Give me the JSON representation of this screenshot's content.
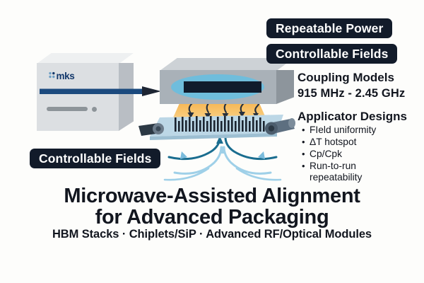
{
  "background": "#fdfdfb",
  "colors": {
    "badge_bg": "#121b2a",
    "badge_text": "#ffffff",
    "text": "#12161f",
    "arrow_blue": "#1b4a7e",
    "arrow_head": "#1d2533",
    "cone_orange": "#f5a93c",
    "cone_yellow": "#f8cf86",
    "aperture": "#101b2c",
    "ellipse_blue": "#6fbddc",
    "belt_blue": "#bcd7e6",
    "roller_gray": "#6b7b8a",
    "field_dark": "#1a6d8f",
    "field_light": "#9fd0e8",
    "box_front": "#dcdfe2",
    "box_top": "#eef0f1",
    "box_side": "#b9bec4",
    "applicator_front": "#a9b1b8",
    "applicator_top": "#cdd2d6",
    "applicator_side": "#8d959c",
    "pin": "#1b2430"
  },
  "badges": {
    "repeatable_power": "Repeatable Power",
    "controllable_fields_top": "Controllable Fields",
    "controllable_fields_bottom": "Controllable Fields"
  },
  "coupling": {
    "title": "Coupling Models",
    "frequency_range": "915 MHz  -  2.45 GHz",
    "freq_low": "915 MHz",
    "freq_high": "2.45 GHz"
  },
  "applicator": {
    "title": "Applicator Designs",
    "bullets": [
      "FIeld uniformity",
      "ΔT hotspot",
      "Cp/Cpk",
      "Run-to-run repeatability"
    ]
  },
  "equipment": {
    "brand_logo": "mks",
    "logo_alt": "mks-logo"
  },
  "headline": {
    "line1": "Microwave-Assisted Alignment",
    "line2": "for Advanced Packaging"
  },
  "subtitle": {
    "text": "HBM Stacks · Chiplets/SiP · Advanced RF/Optical Modules"
  }
}
